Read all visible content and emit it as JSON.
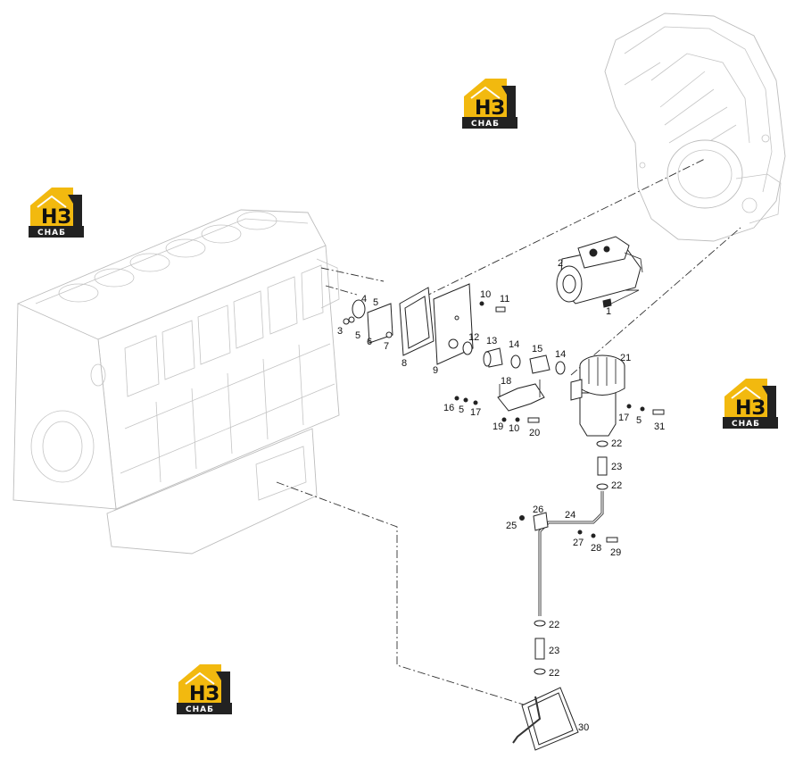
{
  "diagram": {
    "part_numbers": [
      "1",
      "2",
      "3",
      "4",
      "5",
      "5",
      "6",
      "7",
      "8",
      "9",
      "10",
      "11",
      "12",
      "13",
      "14",
      "14",
      "15",
      "16",
      "5",
      "17",
      "18",
      "19",
      "10",
      "20",
      "21",
      "17",
      "5",
      "31",
      "22",
      "23",
      "22",
      "24",
      "25",
      "26",
      "27",
      "28",
      "29",
      "22",
      "23",
      "22",
      "30"
    ]
  },
  "watermark": {
    "logo_lettering": "НЗ",
    "caption": "СНАБ",
    "colors": {
      "yellow": "#f2b90f",
      "dark": "#222222"
    }
  }
}
